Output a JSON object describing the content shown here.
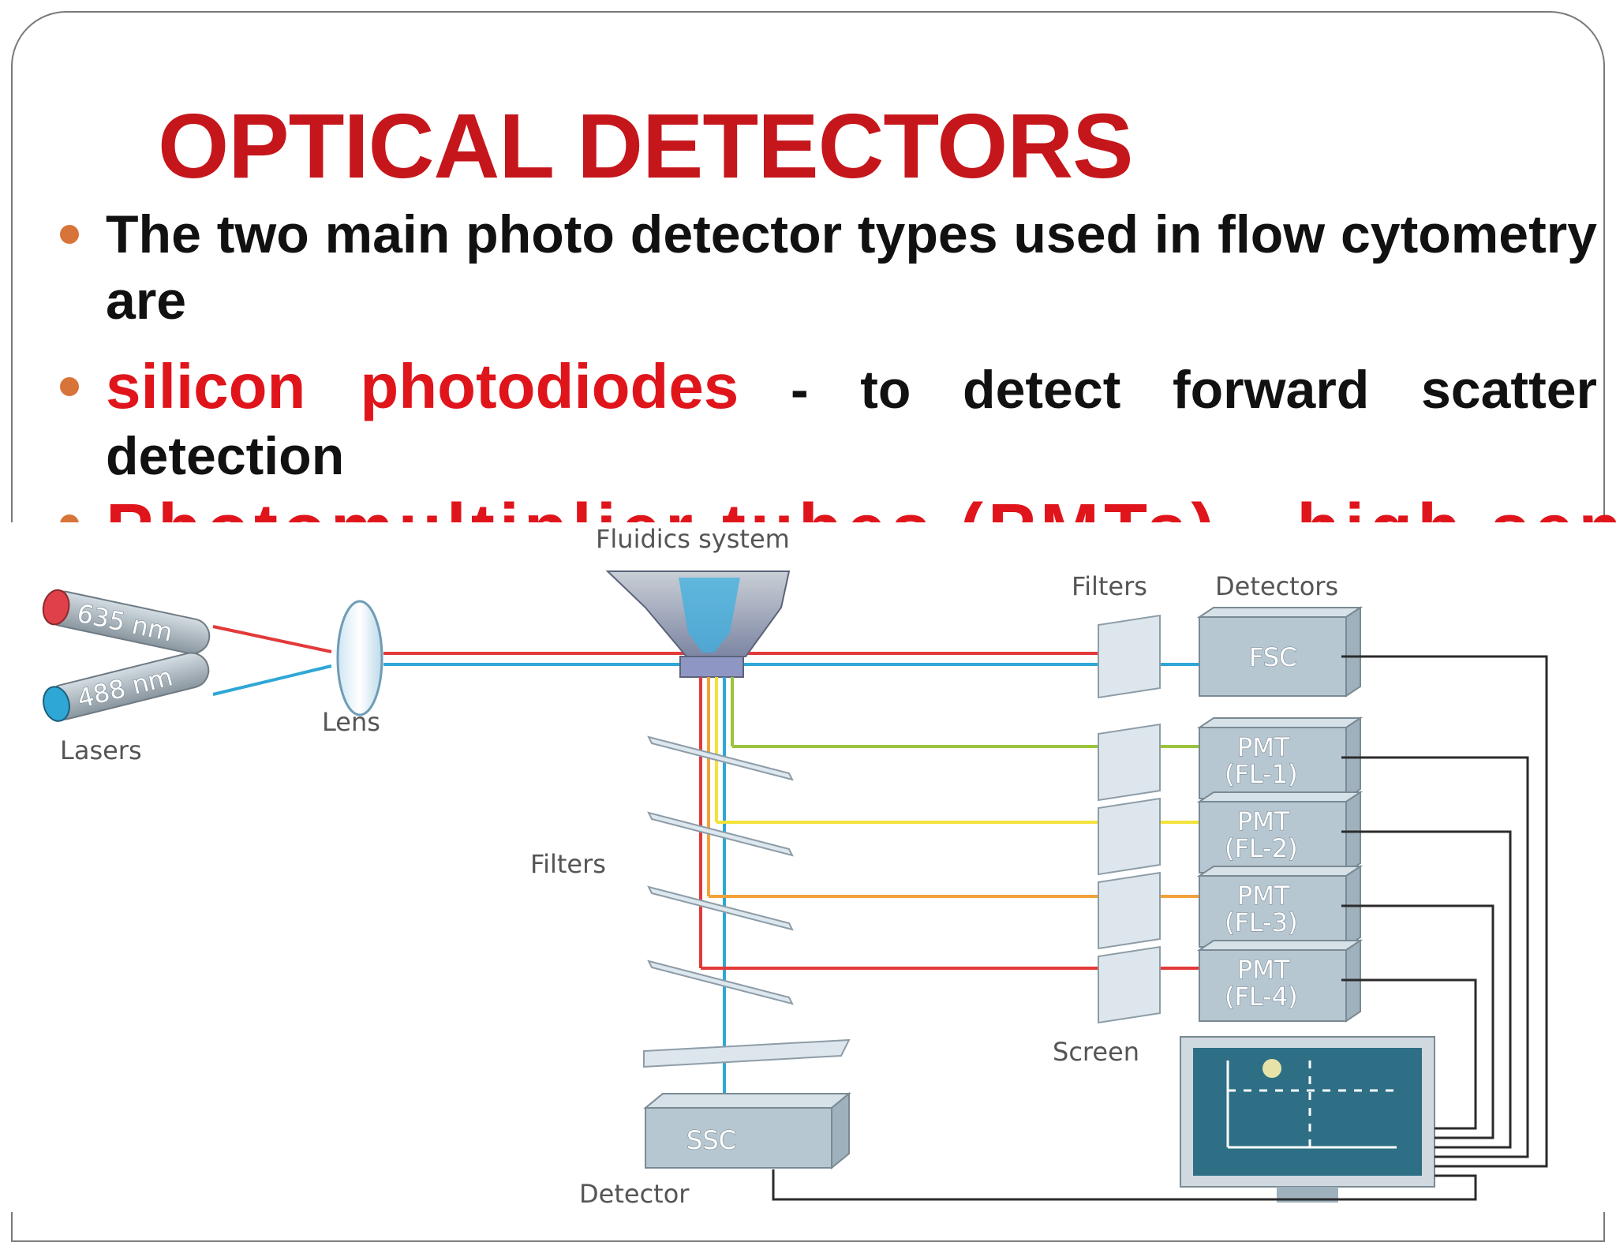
{
  "slide": {
    "title": "OPTICAL DETECTORS",
    "bullets": [
      {
        "text": "The two main photo detector types used in flow cytometry are"
      },
      {
        "highlight": "silicon photodiodes",
        "text": " -  to detect forward scatter detection"
      },
      {
        "text": "Photomultiplier tubes (PMTs) - high sensitivity and"
      }
    ]
  },
  "diagram": {
    "fluidics_label": "Fluidics system",
    "lasers_label": "Lasers",
    "laser_red": "635 nm",
    "laser_blue": "488 nm",
    "lens_label": "Lens",
    "filters_top_label": "Filters",
    "detectors_label": "Detectors",
    "filters_mid_label": "Filters",
    "fsc_label": "FSC",
    "pmt": [
      {
        "line1": "PMT",
        "line2": "(FL-1)"
      },
      {
        "line1": "PMT",
        "line2": "(FL-2)"
      },
      {
        "line1": "PMT",
        "line2": "(FL-3)"
      },
      {
        "line1": "PMT",
        "line2": "(FL-4)"
      }
    ],
    "screen_label": "Screen",
    "ssc_label": "SSC",
    "detector_label": "Detector",
    "colors": {
      "red": "#e23a3a",
      "blue": "#2fa7d6",
      "green": "#9ac43c",
      "yellow": "#f2e23a",
      "orange": "#f2a23a",
      "box": "#b7c7d2",
      "screen": "#2e6f86"
    }
  }
}
